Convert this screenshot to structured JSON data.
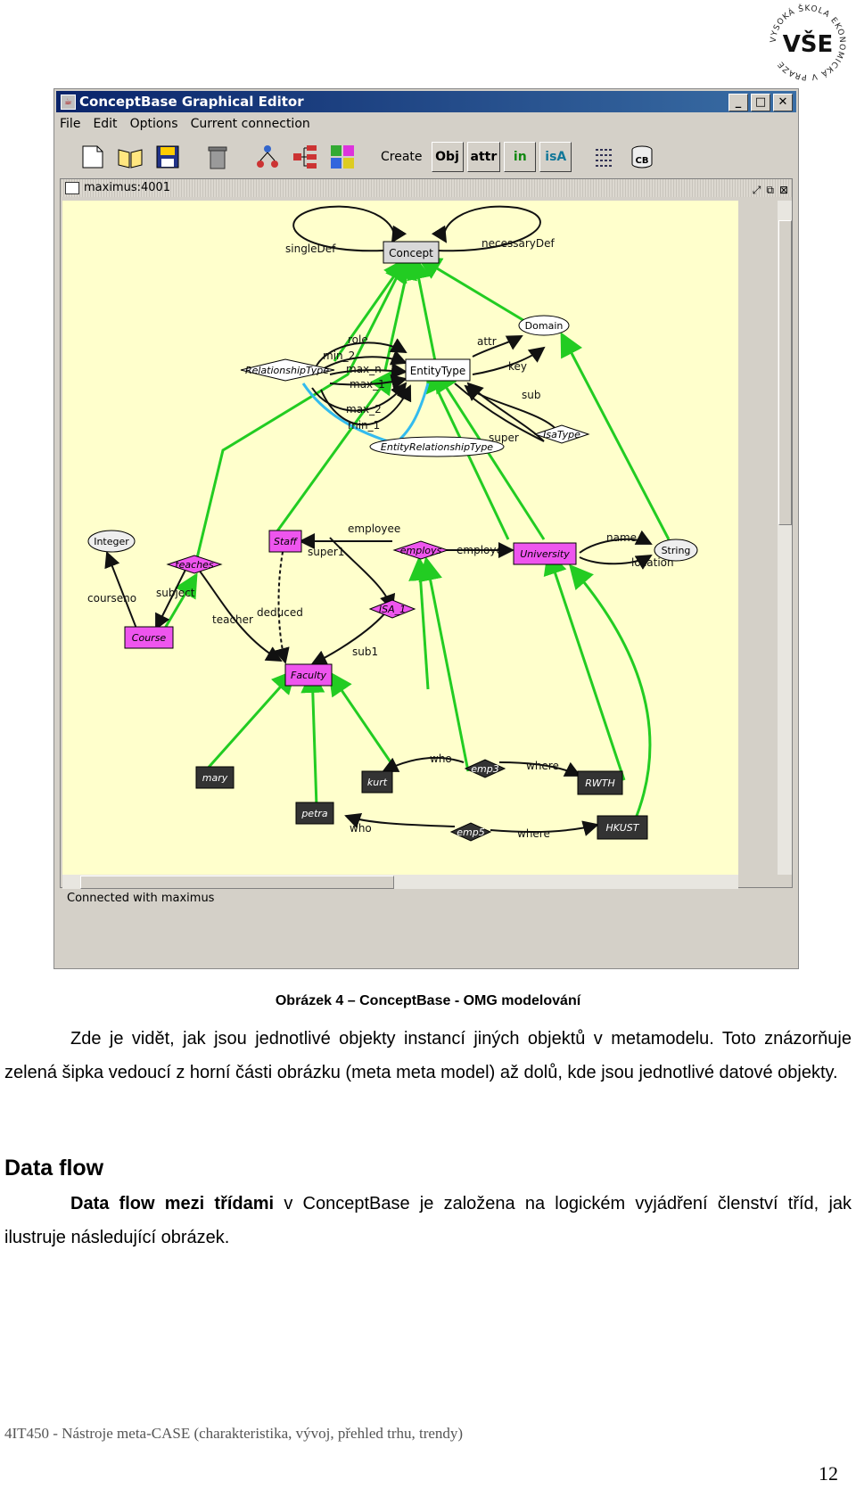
{
  "logo": {
    "ring_text": "VYSOKÁ ŠKOLA EKONOMICKÁ V PRAZE",
    "mark": "VŠE"
  },
  "window": {
    "title": "ConceptBase Graphical Editor",
    "menu": [
      "File",
      "Edit",
      "Options",
      "Current connection"
    ],
    "toolbar": {
      "create_label": "Create",
      "obj": "Obj",
      "attr": "attr",
      "in": "in",
      "isa": "isA",
      "cb": "CB"
    },
    "inner_title": "maximus:4001",
    "status": "Connected with maximus"
  },
  "diagram": {
    "nodes": {
      "concept": "Concept",
      "entity_type": "EntityType",
      "relationship_type": "RelationshipType",
      "domain": "Domain",
      "entity_relationship_type": "EntityRelationshipType",
      "isa_type": "IsaType",
      "integer": "Integer",
      "string": "String",
      "teaches": "teaches",
      "staff": "Staff",
      "employs": "employs",
      "university": "University",
      "isa_1": "ISA_1",
      "course": "Course",
      "faculty": "Faculty",
      "mary": "mary",
      "kurt": "kurt",
      "emp3": "emp3",
      "rwth": "RWTH",
      "petra": "petra",
      "emp5": "emp5",
      "hkust": "HKUST"
    },
    "edges": {
      "single_def": "singleDef",
      "necessary_def": "necessaryDef",
      "role": "role",
      "min_2a": "min_2",
      "max_n": "max_n",
      "max_1": "max_1",
      "max_2": "max_2",
      "min_1": "min_1",
      "attr": "attr",
      "key": "key",
      "sub": "sub",
      "super": "super",
      "employee": "employee",
      "super1": "super1",
      "employer": "employer",
      "name": "name",
      "location": "location",
      "courseno": "courseno",
      "subject": "subject",
      "teacher": "teacher",
      "deduced": "deduced",
      "sub1": "sub1",
      "who1": "who",
      "where1": "where",
      "who2": "who",
      "where2": "where"
    }
  },
  "caption": "Obrázek 4 – ConceptBase - OMG modelování",
  "paragraph1": "Zde je vidět, jak jsou jednotlivé objekty instancí jiných objektů v metamodelu. Toto znázorňuje zelená šipka vedoucí z horní části obrázku (meta meta model) až dolů, kde jsou jednotlivé datové objekty.",
  "heading": "Data flow",
  "paragraph2_bold": "Data flow mezi třídami",
  "paragraph2_rest": " v ConceptBase je založena na logickém vyjádření členství tříd, jak ilustruje následující obrázek.",
  "footer": "4IT450 - Nástroje meta-CASE (charakteristika, vývoj, přehled trhu, trendy)",
  "page_number": "12",
  "colors": {
    "instance_edge": "#22cc22",
    "link_edge": "#1a1a1a",
    "cyan_edge": "#33bbee",
    "class_node": "#ee55ee",
    "token_node": "#333333",
    "canvas": "#ffffcc",
    "title_bar": "#0a246a"
  }
}
